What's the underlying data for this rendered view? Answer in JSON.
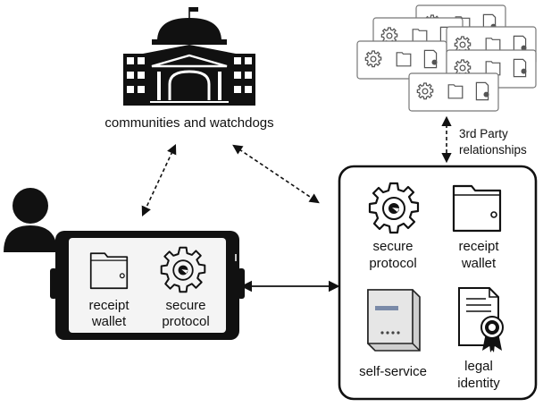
{
  "community": {
    "label": "communities and watchdogs",
    "icon": "government-building-icon"
  },
  "third_party": {
    "label_line1": "3rd Party",
    "label_line2": "relationships",
    "icon": "third-party-cards-icon"
  },
  "user": {
    "icon": "person-silhouette-icon"
  },
  "phone": {
    "items": [
      {
        "line1": "receipt",
        "line2": "wallet",
        "icon": "wallet-folder-icon"
      },
      {
        "line1": "secure",
        "line2": "protocol",
        "icon": "gear-icon"
      }
    ]
  },
  "server": {
    "items": [
      {
        "line1": "secure",
        "line2": "protocol",
        "icon": "gear-icon"
      },
      {
        "line1": "receipt",
        "line2": "wallet",
        "icon": "wallet-folder-icon"
      },
      {
        "line1": "self-service",
        "line2": "",
        "icon": "router-device-icon"
      },
      {
        "line1": "legal",
        "line2": "identity",
        "icon": "certificate-icon"
      }
    ]
  },
  "colors": {
    "ink": "#111111",
    "device_face": "#f4f4f4",
    "card_stroke": "#777777"
  }
}
